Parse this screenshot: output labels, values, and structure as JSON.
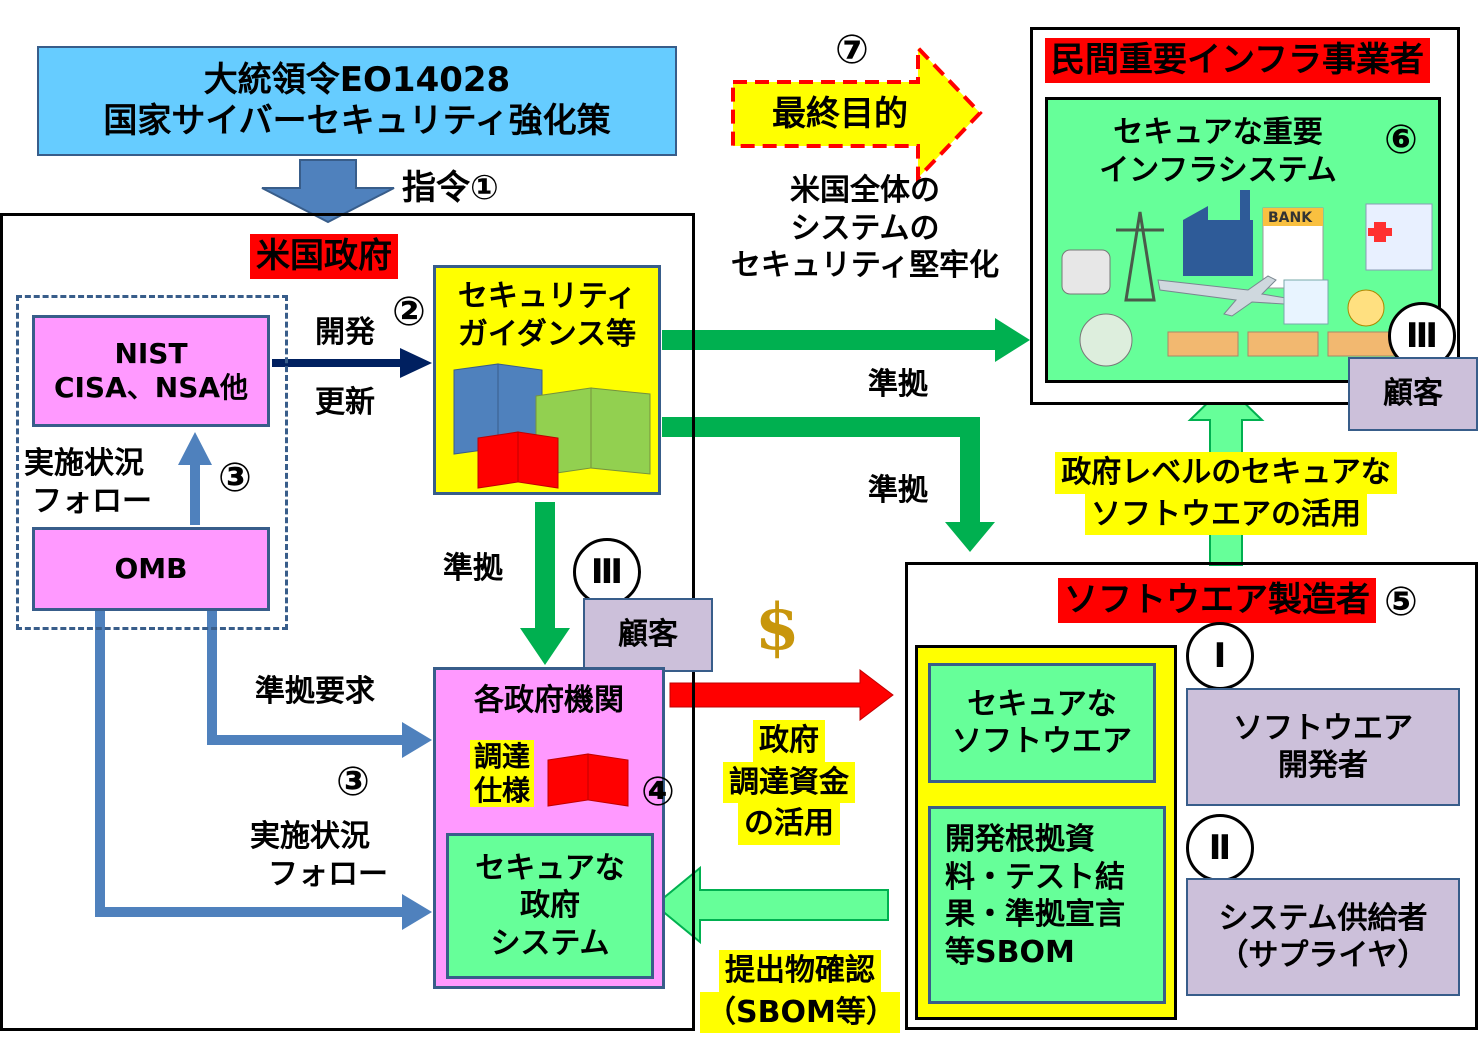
{
  "eo": {
    "line1": "大統領令EO14028",
    "line2": "国家サイバーセキュリティ強化策"
  },
  "directive": {
    "label": "指令①"
  },
  "goal": {
    "num": "⑦",
    "label": "最終目的"
  },
  "us_gov": {
    "title": "米国政府"
  },
  "nist": {
    "line1": "NIST",
    "line2": "CISA、NSA他"
  },
  "omb": {
    "label": "OMB"
  },
  "followup_top": {
    "line1": "実施状況",
    "line2": "フォロー",
    "num": "③"
  },
  "dev_update": {
    "dev": "開発",
    "update": "更新",
    "num": "②"
  },
  "guidance": {
    "line1": "セキュリティ",
    "line2": "ガイダンス等"
  },
  "whole_us": {
    "line1": "米国全体の",
    "line2": "システムの",
    "line3": "セキュリティ堅牢化"
  },
  "comply_labels": {
    "a": "準拠",
    "b": "準拠",
    "c": "準拠"
  },
  "roman": {
    "i": "Ⅰ",
    "ii": "Ⅱ",
    "iii": "Ⅲ"
  },
  "customer": "顧客",
  "dollar": "$",
  "comply_req": "準拠要求",
  "followup_bottom": {
    "num": "③",
    "line1": "実施状況",
    "line2": "フォロー"
  },
  "agencies": {
    "title": "各政府機関",
    "proc1": "調達",
    "proc2": "仕様",
    "num": "④"
  },
  "secure_gov": {
    "line1": "セキュアな",
    "line2": "政府",
    "line3": "システム"
  },
  "funds": {
    "line1": "政府",
    "line2": "調達資金",
    "line3": "の活用"
  },
  "submission": {
    "line1": "提出物確認",
    "line2": "（SBOM等）"
  },
  "infra": {
    "title": "民間重要インフラ事業者",
    "sys1": "セキュアな重要",
    "sys2": "インフラシステム",
    "num": "⑥",
    "bank": "BANK"
  },
  "gov_level": {
    "line1": "政府レベルのセキュアな",
    "line2": "ソフトウエアの活用"
  },
  "maker": {
    "title": "ソフトウエア製造者",
    "num": "⑤"
  },
  "secure_sw": {
    "line1": "セキュアな",
    "line2": "ソフトウエア"
  },
  "evidence": {
    "line1": "開発根拠資",
    "line2": "料・テスト結",
    "line3": "果・準拠宣言",
    "line4": "等SBOM"
  },
  "developer": {
    "line1": "ソフトウエア",
    "line2": "開発者"
  },
  "supplier": {
    "line1": "システム供給者",
    "line2": "（サプライヤ）"
  },
  "colors": {
    "blue_box": "#66ccff",
    "pink": "#ff99ff",
    "yellow": "#ffff00",
    "green_box": "#66ff99",
    "lavender": "#ccc0da",
    "green_arrow": "#00b050",
    "red": "#ff0000",
    "navy": "#002060",
    "steel_blue": "#4f81bd"
  }
}
